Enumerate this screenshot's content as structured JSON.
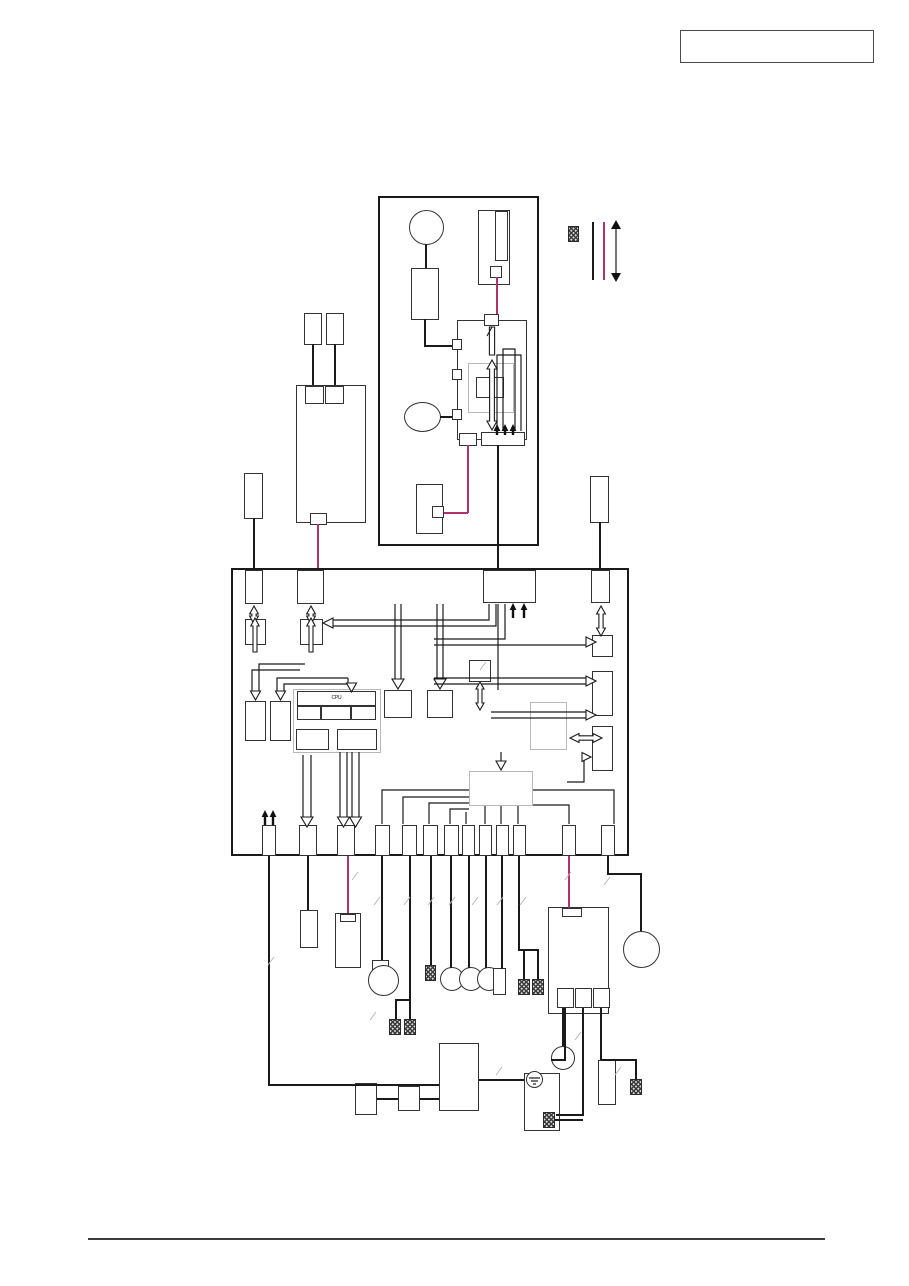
{
  "page": {
    "title": "",
    "header_note": "",
    "footer_note": ""
  },
  "legend": {
    "name": "legend",
    "items": [
      {
        "id": "shield-pad",
        "symbol": "hatched-square",
        "label": ""
      },
      {
        "id": "black-wire",
        "symbol": "black-line",
        "color": "#1a1a1a",
        "label": ""
      },
      {
        "id": "magenta-wire",
        "symbol": "magenta-line",
        "color": "#b0336b",
        "label": ""
      },
      {
        "id": "bidir-bus",
        "symbol": "double-arrow",
        "label": ""
      }
    ]
  },
  "upper_panel": {
    "name": "upper-assembly-panel",
    "label": "",
    "unit_label": "",
    "inner_unit": {
      "label_line1": "",
      "label_line2": ""
    }
  },
  "main_board": {
    "name": "main-control-board",
    "label": "",
    "bus_label": "",
    "cpu": {
      "header": "CPU",
      "cells": [
        "",
        "",
        ""
      ]
    },
    "blocks": [
      {
        "id": "blk-mem-left",
        "line1": "",
        "line2": ""
      },
      {
        "id": "blk-io-left",
        "line1": "",
        "line2": ""
      },
      {
        "id": "blk-drv-mid",
        "line1": "",
        "line2": ""
      },
      {
        "id": "blk-pwr-mid",
        "line1": "",
        "line2": ""
      }
    ]
  },
  "harness": {
    "name": "lower-harness",
    "connectors": [],
    "grounds": [],
    "components": []
  },
  "colors": {
    "ink": "#1a1a1a",
    "grey": "#b8b8b8",
    "magenta": "#b0336b",
    "paper": "#ffffff"
  }
}
